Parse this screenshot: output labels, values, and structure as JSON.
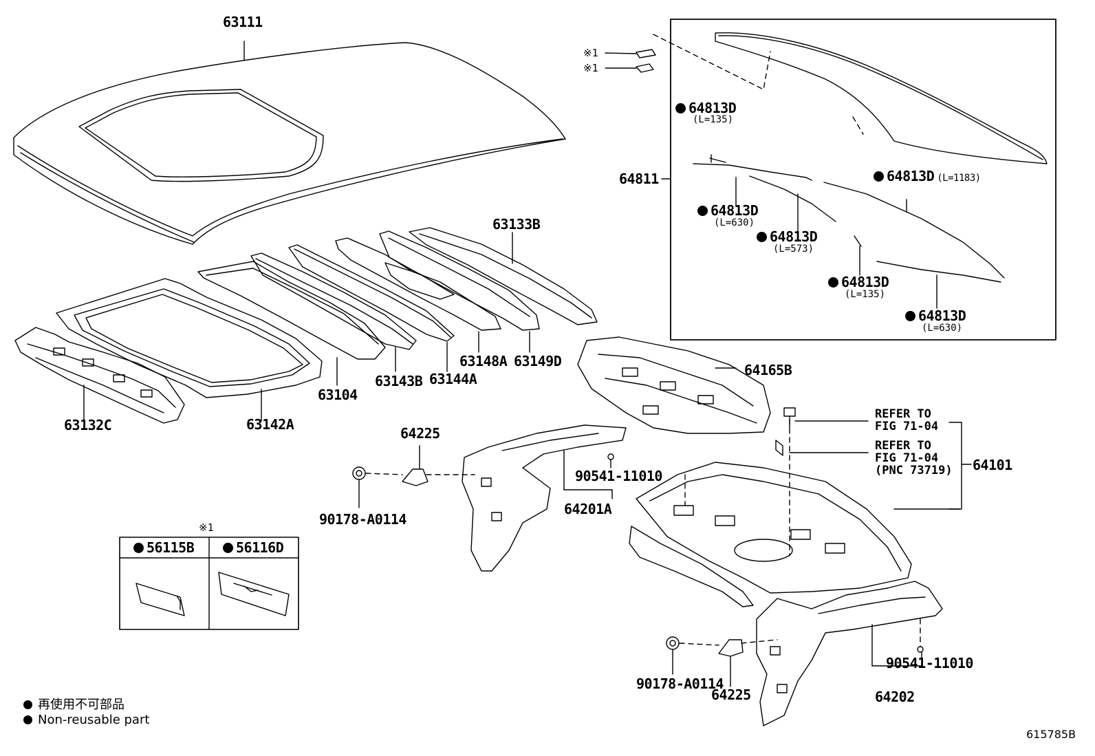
{
  "labels": {
    "p63111": "63111",
    "p63133B": "63133B",
    "p63148A": "63148A",
    "p63149D": "63149D",
    "p63104": "63104",
    "p63143B": "63143B",
    "p63144A": "63144A",
    "p63132C": "63132C",
    "p63142A": "63142A",
    "p64811": "64811",
    "p64165B": "64165B",
    "p64225_upper": "64225",
    "p90178_upper": "90178-A0114",
    "p90541_upper": "90541-11010",
    "p64201A": "64201A",
    "p64101": "64101",
    "p90178_lower": "90178-A0114",
    "p64225_lower": "64225",
    "p90541_lower": "90541-11010",
    "p64202": "64202"
  },
  "mouldings": [
    {
      "part": "64813D",
      "length": "(L=135)"
    },
    {
      "part": "64813D",
      "length": "(L=1183)"
    },
    {
      "part": "64813D",
      "length": "(L=630)"
    },
    {
      "part": "64813D",
      "length": "(L=573)"
    },
    {
      "part": "64813D",
      "length": "(L=135)"
    },
    {
      "part": "64813D",
      "length": "(L=630)"
    }
  ],
  "clip_notes": [
    "※1",
    "※1"
  ],
  "refer": {
    "line1a": "REFER TO",
    "line1b": "FIG 71-04",
    "line2a": "REFER TO",
    "line2b": "FIG 71-04",
    "line2c": "(PNC 73719)"
  },
  "inset": {
    "marker": "※1",
    "col1": "56115B",
    "col2": "56116D"
  },
  "legend": {
    "jp": "再使用不可部品",
    "en": "Non-reusable part"
  },
  "figure_id": "615785B"
}
